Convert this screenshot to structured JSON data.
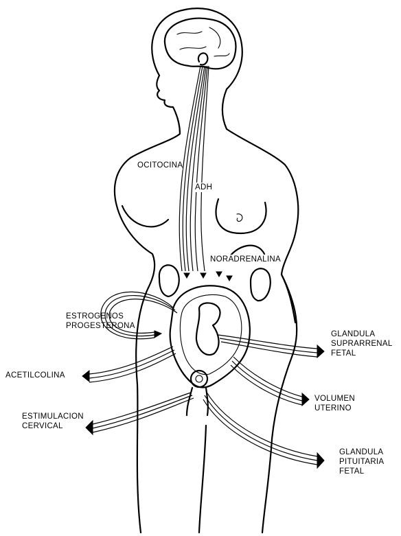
{
  "labels": {
    "ocitocina": "OCITOCINA",
    "adh": "ADH",
    "noradrenalina": "NORADRENALINA",
    "estrogenos": "ESTROGENOS",
    "progesterona": "PROGESTERONA",
    "acetilcolina": "ACETILCOLINA",
    "estimulacion_1": "ESTIMULACION",
    "estimulacion_2": "CERVICAL",
    "suprarrenal_1": "GLANDULA",
    "suprarrenal_2": "SUPRARRENAL",
    "suprarrenal_3": "FETAL",
    "volumen_1": "VOLUMEN",
    "volumen_2": "UTERINO",
    "pituitaria_1": "GLANDULA",
    "pituitaria_2": "PITUITARIA",
    "pituitaria_3": "FETAL"
  }
}
